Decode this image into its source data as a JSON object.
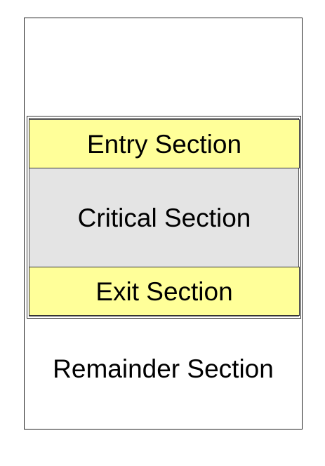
{
  "diagram": {
    "entry_label": "Entry Section",
    "critical_label": "Critical Section",
    "exit_label": "Exit Section",
    "remainder_label": "Remainder Section"
  },
  "colors": {
    "entry_exit_fill": "#ffff99",
    "critical_fill": "#e4e4e4",
    "outline": "#222222",
    "background": "#ffffff"
  }
}
